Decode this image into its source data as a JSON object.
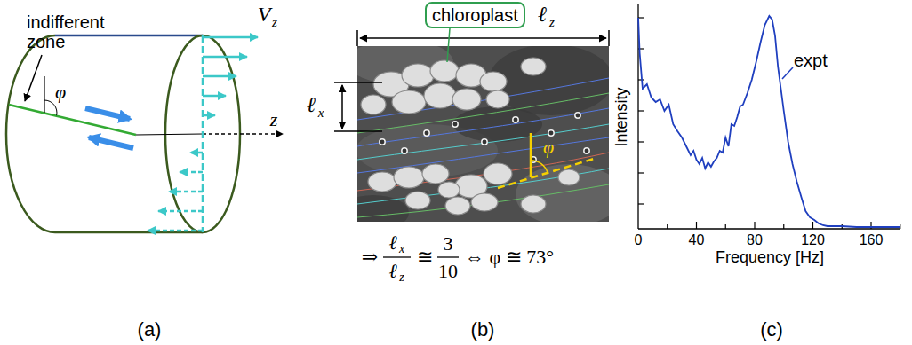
{
  "diagram": {
    "nodes": [
      {
        "text": [
          "chloroplast"
        ]
      }
    ],
    "labels": [
      "indifferent zone",
      "φ",
      "V",
      "z",
      "z",
      "(a)",
      "ℓ",
      "z",
      "ℓ",
      "x",
      "φ",
      "⇒",
      "ℓ",
      "x",
      "ℓ",
      "z",
      "≅",
      "3",
      "10",
      "⇔ φ ≅ 73°",
      "(b)",
      "Intensity",
      "Frequency [Hz]",
      "0",
      "40",
      "80",
      "120",
      "160",
      "expt",
      "(c)"
    ]
  }
}
